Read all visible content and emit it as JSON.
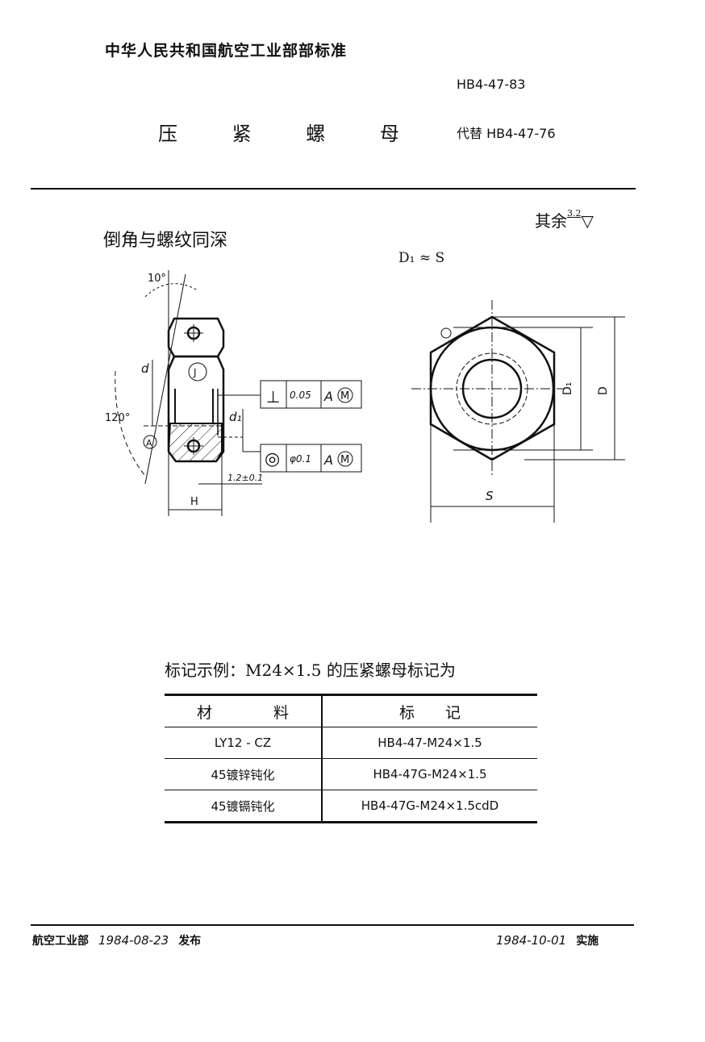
{
  "header": {
    "organization": "中华人民共和国航空工业部部标准",
    "standard_code": "HB4-47-83",
    "title": "压 紧 螺 母",
    "replaces": "代替 HB4-47-76"
  },
  "drawing": {
    "note": "倒角与螺纹同深",
    "roughness_prefix": "其余",
    "roughness_value": "3.2",
    "relation": "D₁ ≈ S",
    "labels": {
      "angle_top": "10°",
      "angle_side": "120°",
      "d": "d",
      "d1": "d₁",
      "datum": "A",
      "j": "J",
      "H": "H",
      "gap": "1.2±0.1",
      "S": "S",
      "D": "D",
      "D1": "D₁"
    },
    "tolerance_frames": [
      {
        "symbol": "⊥",
        "value": "0.05",
        "datum": "A",
        "modifier": "M"
      },
      {
        "symbol": "◎",
        "value": "φ0.1",
        "datum": "A",
        "modifier": "M"
      }
    ]
  },
  "example": {
    "text": "标记示例：M24×1.5 的压紧螺母标记为"
  },
  "table": {
    "headers": [
      "材　　　　料",
      "标　　记"
    ],
    "rows": [
      [
        "LY12 - CZ",
        "HB4-47-M24×1.5"
      ],
      [
        "45镀锌钝化",
        "HB4-47G-M24×1.5"
      ],
      [
        "45镀镉钝化",
        "HB4-47G-M24×1.5cdD"
      ]
    ]
  },
  "footer": {
    "issuer": "航空工业部",
    "issue_date": "1984-08-23",
    "issue_label": "发布",
    "effective_date": "1984-10-01",
    "effective_label": "实施"
  }
}
